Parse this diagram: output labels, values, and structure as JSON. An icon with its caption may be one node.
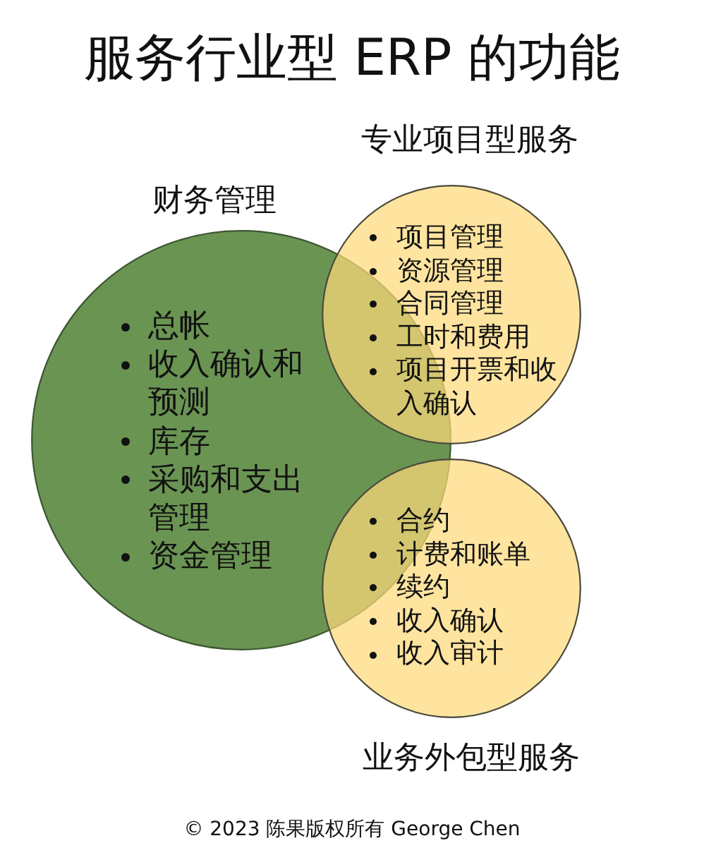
{
  "diagram": {
    "title": "服务行业型 ERP 的功能",
    "nodes": [
      {
        "text": [
          "财务管理",
          "总帐",
          "收入确认和预测",
          "库存",
          "采购和支出管理",
          "资金管理"
        ]
      },
      {
        "text": [
          "专业项目型服务",
          "项目管理",
          "资源管理",
          "合同管理",
          "工时和费用",
          "项目开票和收入确认"
        ]
      },
      {
        "text": [
          "合约",
          "计费和账单",
          "续约",
          "收入确认",
          "收入审计",
          "业务外包型服务"
        ]
      }
    ],
    "labels": [
      "© 2023 陈果版权所有 George Chen"
    ]
  }
}
